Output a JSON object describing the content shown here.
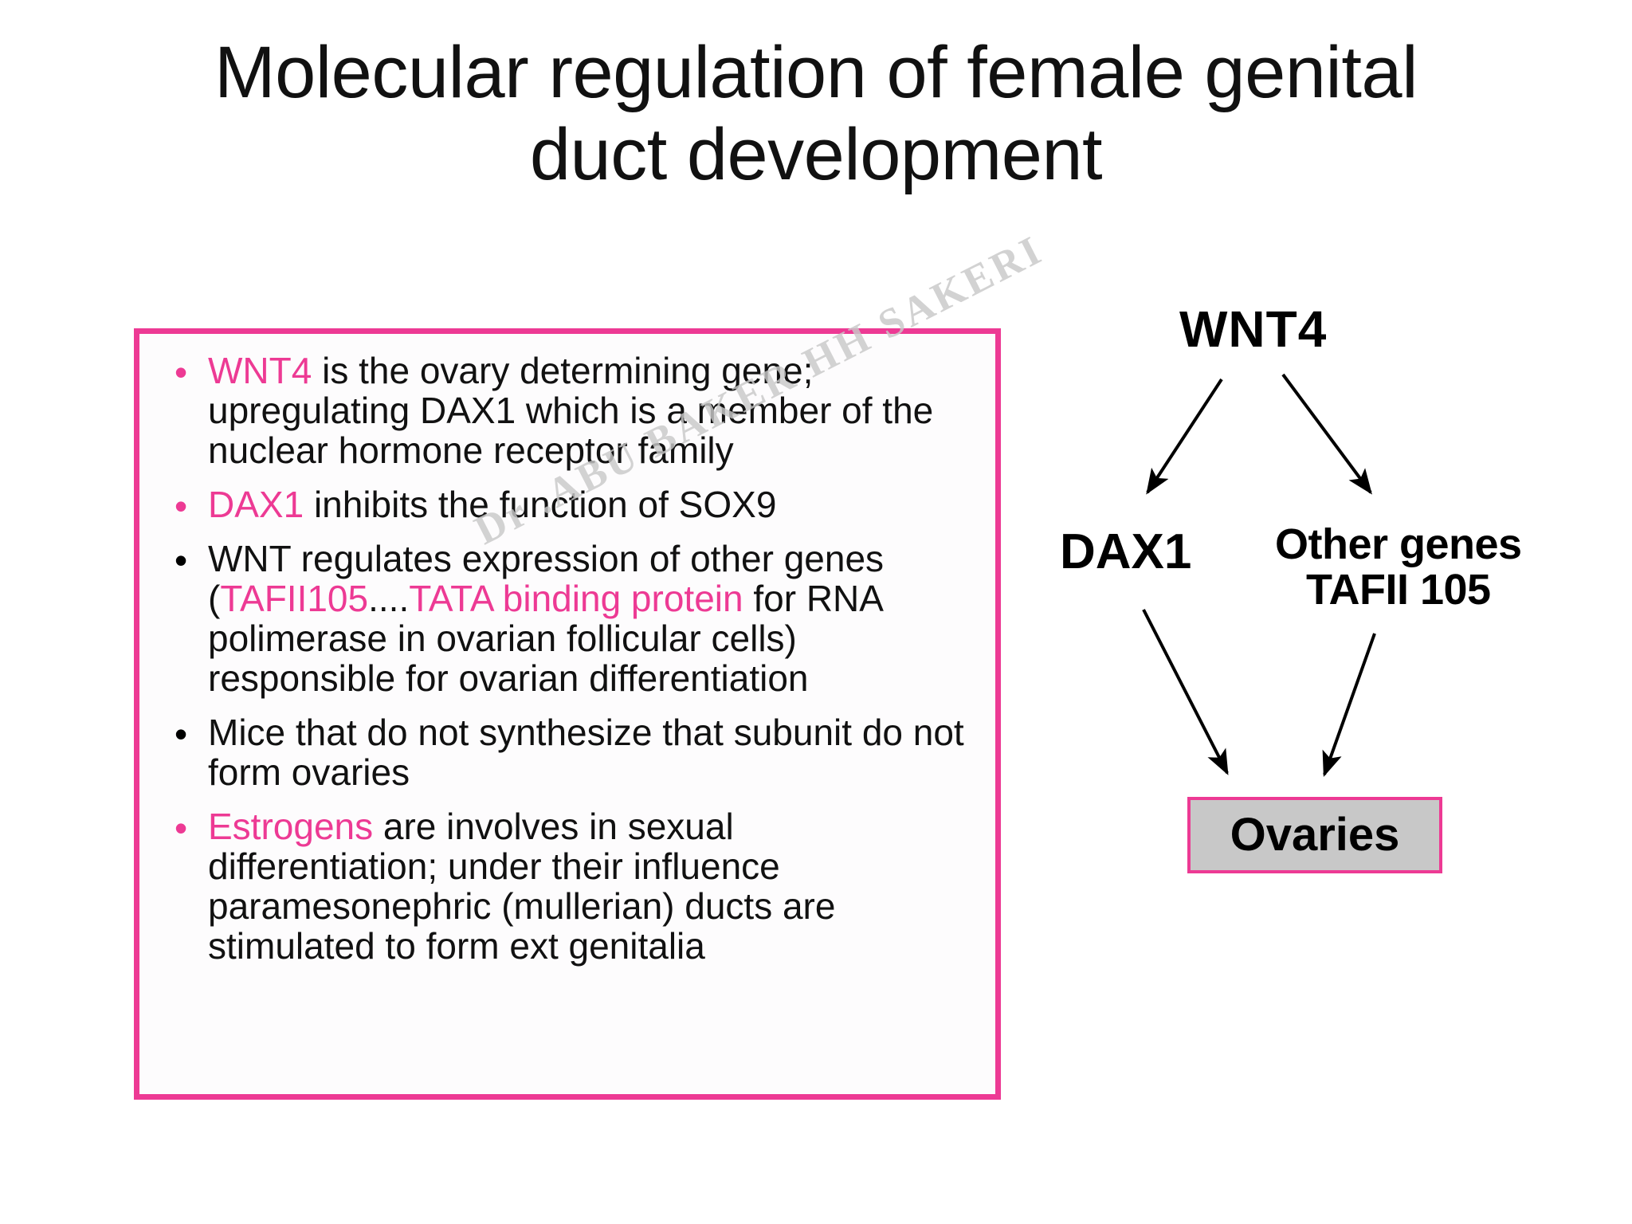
{
  "slide": {
    "title": "Molecular regulation of female genital duct development",
    "watermark": "Dr .ABU BAKER HH SAKERI",
    "accent_color": "#ED3A94",
    "background_color": "#FFFFFF"
  },
  "bullet_box": {
    "border_color": "#ED3A94",
    "fill_color": "#FDFCFD",
    "bullets": [
      {
        "marker_color": "pink",
        "segments": [
          {
            "text": "WNT4",
            "color": "pink"
          },
          {
            "text": " is the ovary determining gene; upregulating DAX1 which is a member of the nuclear hormone receptor family",
            "color": "black"
          }
        ],
        "plain": "WNT4 is the ovary determining gene; upregulating DAX1 which is a member of the nuclear hormone receptor family"
      },
      {
        "marker_color": "pink",
        "segments": [
          {
            "text": "DAX1",
            "color": "pink"
          },
          {
            "text": " inhibits the function of SOX9",
            "color": "black"
          }
        ],
        "plain": "DAX1 inhibits the function of SOX9"
      },
      {
        "marker_color": "black",
        "segments": [
          {
            "text": "WNT regulates expression of other genes (",
            "color": "black"
          },
          {
            "text": "TAFII105",
            "color": "pink"
          },
          {
            "text": "....",
            "color": "black"
          },
          {
            "text": "TATA binding protein",
            "color": "pink"
          },
          {
            "text": " for RNA polimerase in ovarian follicular cells) responsible for ovarian differentiation",
            "color": "black"
          }
        ],
        "plain": "WNT regulates expression of other genes (TAFII105....TATA binding protein for RNA polimerase in ovarian follicular cells) responsible for ovarian differentiation"
      },
      {
        "marker_color": "black",
        "segments": [
          {
            "text": "Mice that do not synthesize that subunit do not form ovaries",
            "color": "black"
          }
        ],
        "plain": "Mice that do not synthesize that subunit do not form ovaries"
      },
      {
        "marker_color": "pink",
        "segments": [
          {
            "text": "Estrogens",
            "color": "pink"
          },
          {
            "text": " are involves in sexual differentiation; under their influence paramesonephric (mullerian) ducts are stimulated to form ext genitalia",
            "color": "black"
          }
        ],
        "plain": "Estrogens are involves in sexual differentiation; under their influence paramesonephric (mullerian) ducts are stimulated to form ext genitalia"
      }
    ],
    "bullet_glyph": "•"
  },
  "diagram": {
    "type": "flowchart",
    "nodes": {
      "wnt4": "WNT4",
      "dax1": "DAX1",
      "other_genes_line1": "Other genes",
      "other_genes_line2": "TAFII 105",
      "ovaries": "Ovaries"
    },
    "ovaries_box": {
      "fill_color": "#C8C8C8",
      "border_color": "#ED3A94"
    },
    "edges": [
      {
        "from": "WNT4",
        "to": "DAX1"
      },
      {
        "from": "WNT4",
        "to": "Other genes TAFII 105"
      },
      {
        "from": "DAX1",
        "to": "Ovaries"
      },
      {
        "from": "Other genes TAFII 105",
        "to": "Ovaries"
      }
    ],
    "arrow_color": "#000000"
  }
}
